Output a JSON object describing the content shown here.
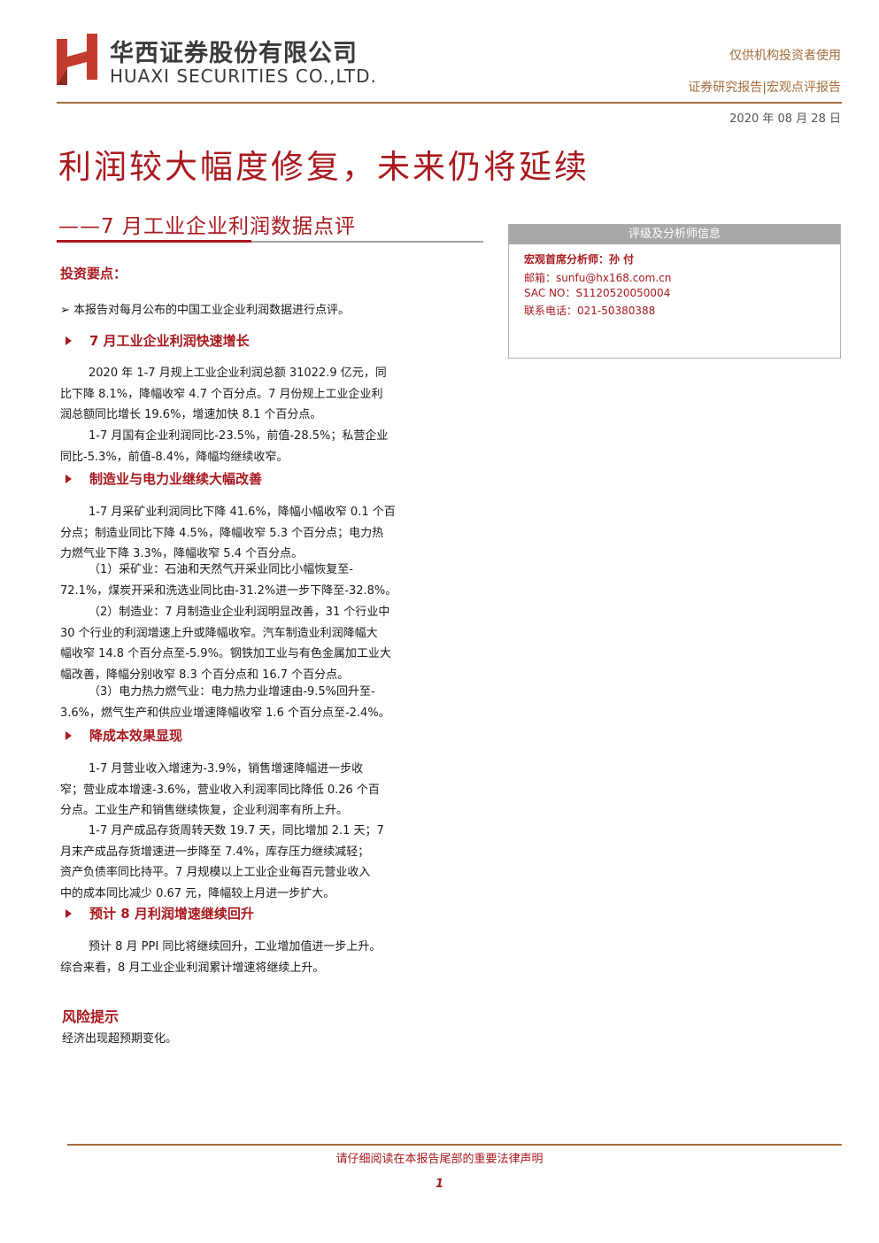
{
  "header": {
    "company_cn": "华西证券股份有限公司",
    "company_en": "HUAXI SECURITIES CO.,LTD.",
    "notice": "仅供机构投资者使用",
    "report_type": "证券研究报告|宏观点评报告",
    "date": "2020 年 08 月 28 日"
  },
  "title": "利润较大幅度修复，未来仍将延续",
  "subtitle": "——7 月工业企业利润数据点评",
  "analyst_box": {
    "header": "评级及分析师信息",
    "name": "宏观首席分析师：孙 付",
    "email": "邮箱：sunfu@hx168.com.cn",
    "sac": "SAC NO：S1120520050004",
    "phone": "联系电话：021-50380388"
  },
  "body": {
    "key_points_heading": "投资要点：",
    "intro": "➢   本报告对每月公布的中国工业企业利润数据进行点评。",
    "sec1_heading": "7 月工业企业利润快速增长",
    "p1": [
      "2020 年 1-7 月规上工业企业利润总额 31022.9 亿元，同",
      "比下降 8.1%，降幅收窄 4.7 个百分点。7 月份规上工业企业利",
      "润总额同比增长 19.6%，增速加快 8.1 个百分点。"
    ],
    "p2": [
      "1-7 月国有企业利润同比-23.5%，前值-28.5%；私营企业",
      "同比-5.3%，前值-8.4%，降幅均继续收窄。"
    ],
    "sec2_heading": "制造业与电力业继续大幅改善",
    "p3": [
      "1-7 月采矿业利润同比下降 41.6%，降幅小幅收窄 0.1 个百",
      "分点；制造业同比下降 4.5%，降幅收窄 5.3 个百分点；电力热",
      "力燃气业下降 3.3%，降幅收窄 5.4 个百分点。"
    ],
    "p4": [
      "（1）采矿业：石油和天然气开采业同比小幅恢复至-",
      "72.1%，煤炭开采和洗选业同比由-31.2%进一步下降至-32.8%。"
    ],
    "p5": [
      "（2）制造业：7 月制造业企业利润明显改善，31 个行业中",
      "30 个行业的利润增速上升或降幅收窄。汽车制造业利润降幅大",
      "幅收窄 14.8 个百分点至-5.9%。钢铁加工业与有色金属加工业大",
      "幅改善，降幅分别收窄 8.3 个百分点和 16.7 个百分点。"
    ],
    "p6": [
      "（3）电力热力燃气业：电力热力业增速由-9.5%回升至-",
      "3.6%，燃气生产和供应业增速降幅收窄 1.6 个百分点至-2.4%。"
    ],
    "sec3_heading": "降成本效果显现",
    "p7": [
      "1-7 月营业收入增速为-3.9%，销售增速降幅进一步收",
      "窄；营业成本增速-3.6%，营业收入利润率同比降低 0.26 个百",
      "分点。工业生产和销售继续恢复，企业利润率有所上升。"
    ],
    "p8": [
      "1-7 月产成品存货周转天数 19.7 天，同比增加 2.1 天；7",
      "月末产成品存货增速进一步降至 7.4%，库存压力继续减轻；",
      "资产负债率同比持平。7 月规模以上工业企业每百元营业收入",
      "中的成本同比减少 0.67 元，降幅较上月进一步扩大。"
    ],
    "sec4_heading": "预计 8 月利润增速继续回升",
    "p9": [
      "预计 8 月 PPI 同比将继续回升，工业增加值进一步上升。",
      "综合来看，8 月工业企业利润累计增速将继续上升。"
    ],
    "risk_heading": "风险提示",
    "risk_text": "经济出现超预期变化。"
  },
  "footer": {
    "disclaimer": "请仔细阅读在本报告尾部的重要法律声明",
    "page": "1"
  },
  "colors": {
    "brand_red": "#a8191e",
    "accent_brown": "#a36d3d"
  }
}
